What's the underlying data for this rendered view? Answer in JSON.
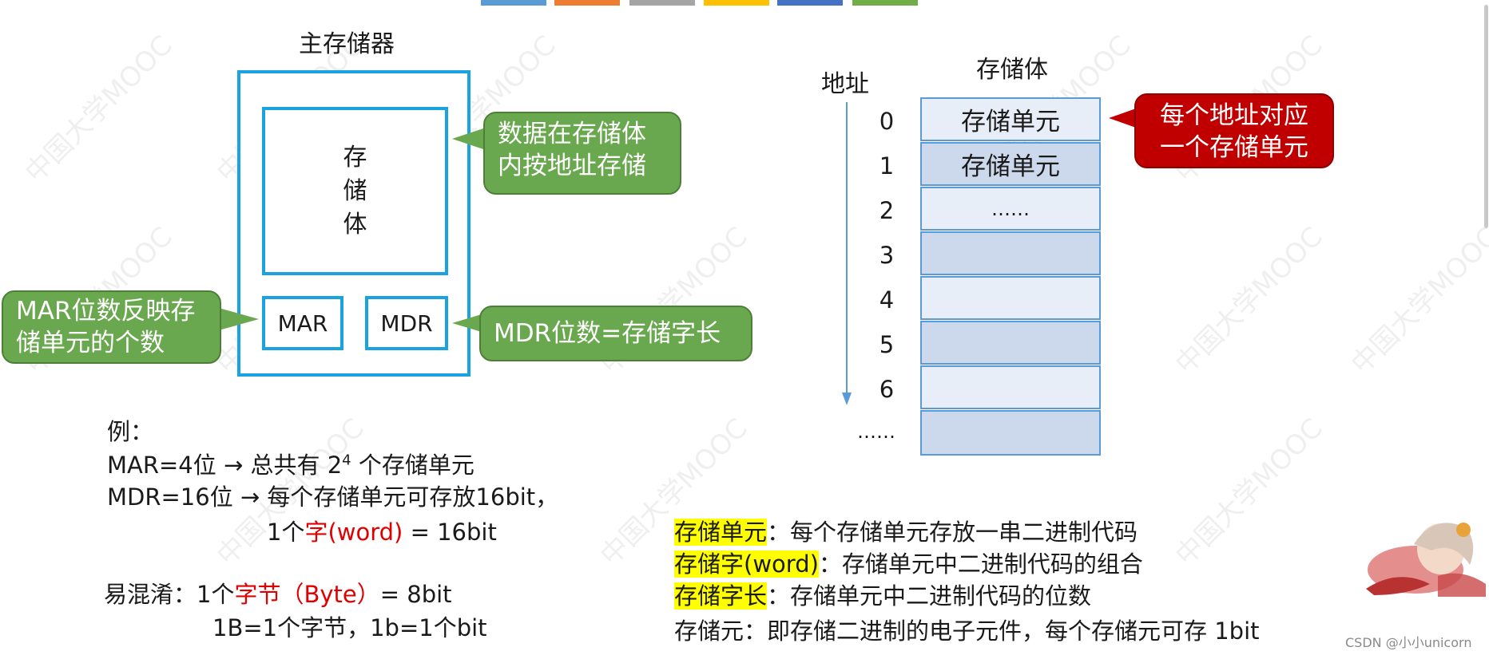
{
  "memory_diagram": {
    "title": "主存储器",
    "storage_body_chars": [
      "存",
      "储",
      "体"
    ],
    "mar_label": "MAR",
    "mdr_label": "MDR",
    "callout_storage": [
      "数据在存储体",
      "内按地址存储"
    ],
    "callout_mar": [
      "MAR位数反映存",
      "储单元的个数"
    ],
    "callout_mdr": "MDR位数=存储字长"
  },
  "storage_table": {
    "address_header": "地址",
    "body_header": "存储体",
    "addresses": [
      "0",
      "1",
      "2",
      "3",
      "4",
      "5",
      "6",
      "……"
    ],
    "cells": [
      "存储单元",
      "存储单元",
      "……",
      "",
      "",
      "",
      "",
      ""
    ],
    "callout": [
      "每个地址对应",
      "一个存储单元"
    ]
  },
  "example": {
    "heading": "例：",
    "line1_pre": "MAR=4位 → 总共有 2",
    "line1_sup": "4",
    "line1_post": " 个存储单元",
    "line2": "MDR=16位 → 每个存储单元可存放16bit，",
    "line3_pre": "1个",
    "line3_red": "字(word)",
    "line3_post": " = 16bit",
    "confuse_pre": "易混淆：1个",
    "confuse_red": "字节（Byte）",
    "confuse_post": "= 8bit",
    "confuse_line2": "1B=1个字节，1b=1个bit"
  },
  "definitions": [
    {
      "term": "存储单元",
      "desc": "：每个存储单元存放一串二进制代码",
      "highlight": true
    },
    {
      "term": "存储字(word)",
      "desc": "：存储单元中二进制代码的组合",
      "highlight": true
    },
    {
      "term": "存储字长",
      "desc": "：存储单元中二进制代码的位数",
      "highlight": true
    },
    {
      "term": "存储元",
      "desc": "：即存储二进制的电子元件，每个存储元可存 1bit",
      "highlight": false
    }
  ],
  "watermark": "CSDN @小小unicorn",
  "colors": {
    "blue_border": "#1aa3e0",
    "green_callout": "#6aa84f",
    "red_callout": "#c00000",
    "cell_filled": "#ccd9ec",
    "cell_light": "#e8eef7",
    "highlight": "#ffff00",
    "red_text": "#e00000"
  }
}
